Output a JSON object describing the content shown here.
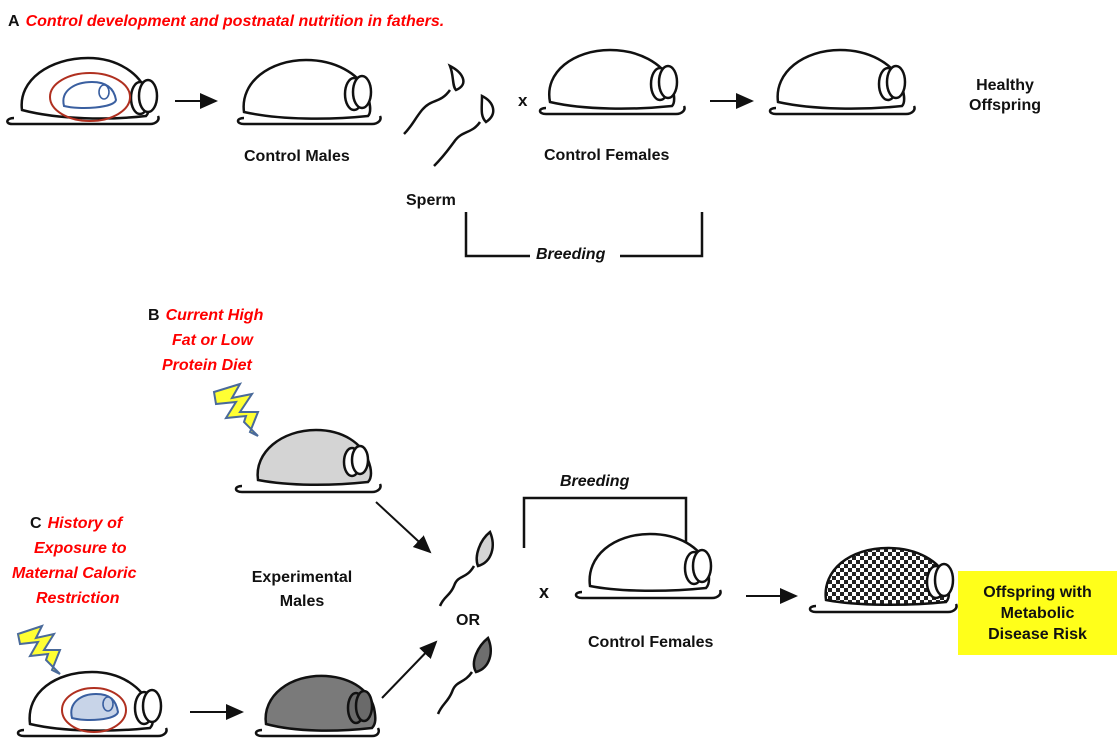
{
  "panel_a": {
    "letter": "A",
    "title": "Control development and postnatal nutrition in fathers.",
    "control_males": "Control Males",
    "sperm": "Sperm",
    "cross": "x",
    "control_females": "Control Females",
    "healthy_offspring_line1": "Healthy",
    "healthy_offspring_line2": "Offspring",
    "breeding": "Breeding"
  },
  "panel_b": {
    "letter": "B",
    "title_line1": "Current High",
    "title_line2": "Fat or Low",
    "title_line3": "Protein Diet"
  },
  "panel_c": {
    "letter": "C",
    "title_line1": "History of",
    "title_line2": "Exposure to",
    "title_line3": "Maternal Caloric",
    "title_line4": "Restriction"
  },
  "bottom": {
    "breeding": "Breeding",
    "experimental_males_line1": "Experimental",
    "experimental_males_line2": "Males",
    "or": "OR",
    "cross": "x",
    "control_females": "Control Females",
    "offspring_box_line1": "Offspring with",
    "offspring_box_line2": "Metabolic",
    "offspring_box_line3": "Disease Risk"
  },
  "colors": {
    "title_red": "#ff0000",
    "highlight_yellow": "#ffff1a",
    "lightning_yellow": "#ffff33",
    "lightning_outline": "#4a6a9a",
    "mouse_light_gray": "#d4d4d4",
    "mouse_dark_gray": "#7a7a7a",
    "uterus_ring": "#b03020",
    "fetus_blue": "#3a5fa0"
  }
}
